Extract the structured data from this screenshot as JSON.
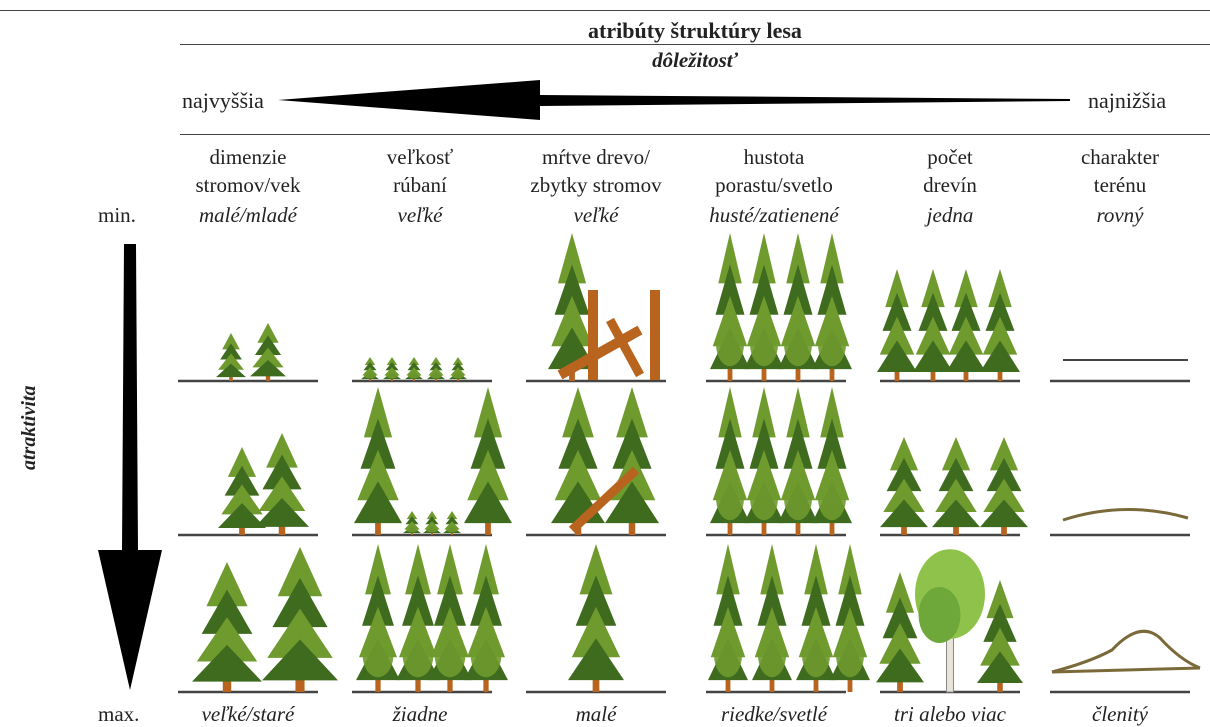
{
  "header": {
    "title": "atribúty štruktúry lesa",
    "subtitle": "dôležitosť",
    "highest": "najvyššia",
    "lowest": "najnižšia"
  },
  "vertical_axis": {
    "label": "atraktivita",
    "min": "min.",
    "max": "max."
  },
  "columns": [
    {
      "head1": "dimenzie",
      "head2": "stromov/vek",
      "min_value": "malé/mladé",
      "max_value": "veľké/staré"
    },
    {
      "head1": "veľkosť",
      "head2": "rúbaní",
      "min_value": "veľké",
      "max_value": "žiadne"
    },
    {
      "head1": "mŕtve drevo/",
      "head2": "zbytky stromov",
      "min_value": "veľké",
      "max_value": "malé"
    },
    {
      "head1": "hustota",
      "head2": "porastu/svetlo",
      "min_value": "husté/zatienené",
      "max_value": "riedke/svetlé"
    },
    {
      "head1": "počet",
      "head2": "drevín",
      "min_value": "jedna",
      "max_value": "tri alebo viac"
    },
    {
      "head1": "charakter",
      "head2": "terénu",
      "min_value": "rovný",
      "max_value": "členitý"
    }
  ],
  "colors": {
    "conifer": "#3f6b1f",
    "conifer_light": "#6f9a2e",
    "trunk": "#b8641e",
    "line": "#444444"
  },
  "icons": [
    "conifer-tree-icon",
    "broadleaf-tree-icon",
    "dead-wood-icon",
    "terrain-line-icon"
  ]
}
